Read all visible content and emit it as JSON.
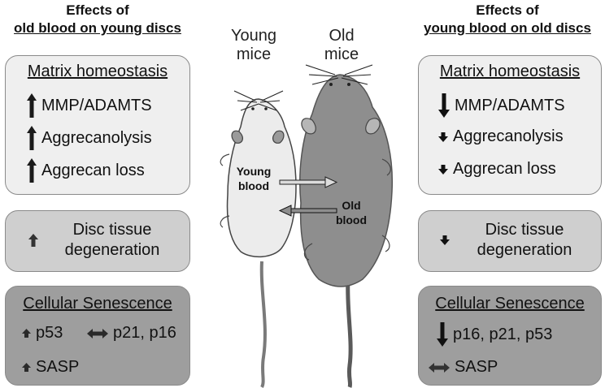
{
  "left_heading": {
    "line1": "Effects of",
    "line2": "old blood on young discs"
  },
  "right_heading": {
    "line1": "Effects of",
    "line2": "young blood on old discs"
  },
  "center": {
    "young_mice": {
      "line1": "Young",
      "line2": "mice"
    },
    "old_mice": {
      "line1": "Old",
      "line2": "mice"
    },
    "young_blood": {
      "line1": "Young",
      "line2": "blood"
    },
    "old_blood": {
      "line1": "Old",
      "line2": "blood"
    }
  },
  "left": {
    "matrix": {
      "title": "Matrix homeostasis",
      "items": [
        {
          "label": "MMP/ADAMTS",
          "icon": "arrow-up-icon"
        },
        {
          "label": "Aggrecanolysis",
          "icon": "arrow-up-icon"
        },
        {
          "label": "Aggrecan loss",
          "icon": "arrow-up-icon"
        }
      ]
    },
    "disc": {
      "line1": "Disc tissue",
      "line2": "degeneration",
      "icon": "arrow-up-icon"
    },
    "senescence": {
      "title": "Cellular Senescence",
      "items": [
        {
          "label": "p53",
          "icon": "arrow-up-small-icon"
        },
        {
          "label": "p21, p16",
          "icon": "double-arrow-icon"
        },
        {
          "label": "SASP",
          "icon": "arrow-up-small-icon"
        }
      ]
    }
  },
  "right": {
    "matrix": {
      "title": "Matrix homeostasis",
      "items": [
        {
          "label": "MMP/ADAMTS",
          "icon": "arrow-down-icon"
        },
        {
          "label": "Aggrecanolysis",
          "icon": "arrow-down-small-icon"
        },
        {
          "label": "Aggrecan loss",
          "icon": "arrow-down-small-icon"
        }
      ]
    },
    "disc": {
      "line1": "Disc tissue",
      "line2": "degeneration",
      "icon": "arrow-down-small-icon"
    },
    "senescence": {
      "title": "Cellular Senescence",
      "items": [
        {
          "label": "p16, p21, p53",
          "icon": "arrow-down-icon"
        },
        {
          "label": "SASP",
          "icon": "double-arrow-icon"
        }
      ]
    }
  },
  "colors": {
    "matrix_panel": "#efefef",
    "disc_panel": "#cfcfcf",
    "senescence_panel": "#9e9e9e",
    "young_mouse": "#ececec",
    "old_mouse": "#8e8e8e",
    "arrow": "#1a1a1a"
  }
}
